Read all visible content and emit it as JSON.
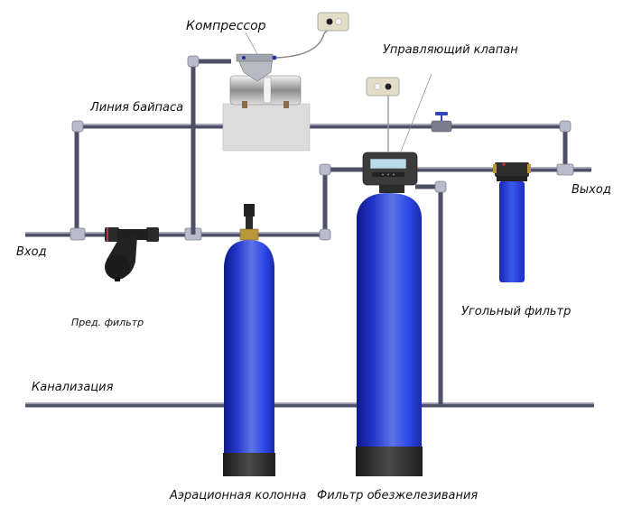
{
  "diagram": {
    "title": "Схема системы водоочистки",
    "labels": {
      "compressor": "Компрессор",
      "control_valve": "Управляющий клапан",
      "bypass_line": "Линия байпаса",
      "inlet": "Вход",
      "outlet": "Выход",
      "prefilter": "Пред. фильтр",
      "carbon_filter": "Угольный фильтр",
      "sewer": "Канализация",
      "aeration_column": "Аэрационная колонна",
      "iron_removal_filter": "Фильтр обезжелезивания"
    },
    "colors": {
      "pipe": "#4e4e66",
      "tank_blue": "#2a3fd0",
      "tank_base": "#2b2b2b",
      "fitting": "#b9bccb",
      "background": "#ffffff"
    }
  }
}
